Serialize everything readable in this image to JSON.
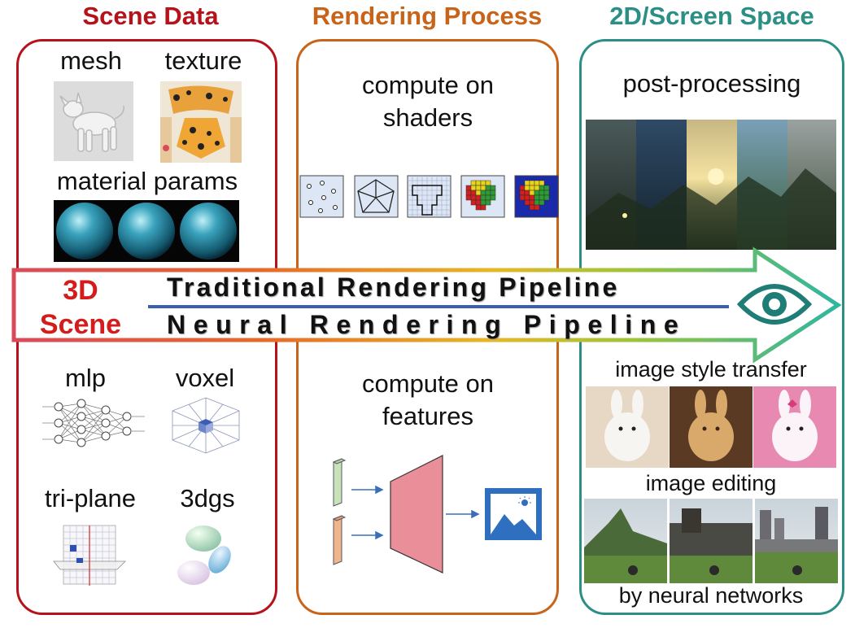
{
  "headers": {
    "scene_data": "Scene Data",
    "rendering_process": "Rendering Process",
    "screen_space": "2D/Screen Space"
  },
  "colors": {
    "scene_data": "#b5121b",
    "rendering_process": "#c8641a",
    "screen_space": "#2b8f86",
    "pipeline_divider": "#3a5fb0"
  },
  "scene_data": {
    "traditional": [
      "mesh",
      "texture",
      "material params"
    ],
    "neural": [
      "mlp",
      "voxel",
      "tri-plane",
      "3dgs"
    ]
  },
  "rendering_process": {
    "traditional": "compute on\nshaders",
    "neural": "compute on\nfeatures"
  },
  "screen_space": {
    "traditional": "post-processing",
    "neural": [
      "image style transfer",
      "image editing",
      "by neural networks"
    ]
  },
  "arrow": {
    "label": "3D\nScene",
    "traditional_pipeline": "Traditional Rendering Pipeline",
    "neural_pipeline": "Neural Rendering Pipeline",
    "icon": "eye-icon"
  }
}
